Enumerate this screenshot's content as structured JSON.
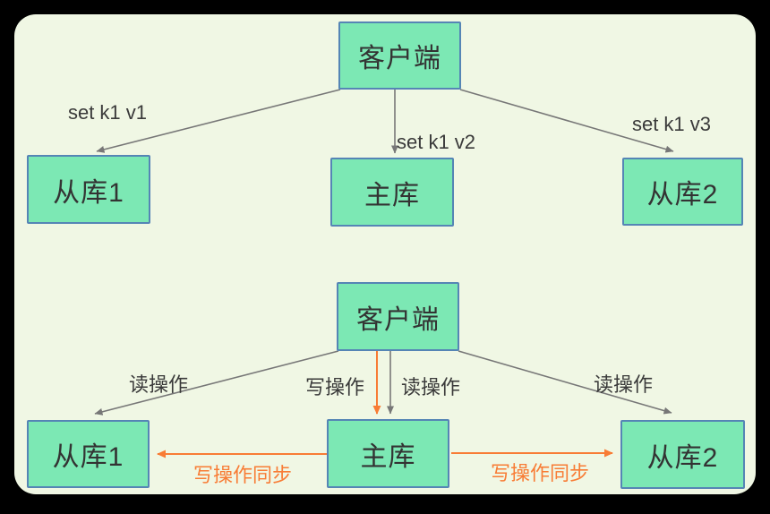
{
  "diagram_title": "redis-master-slave-replication",
  "colors": {
    "page_background": "#000000",
    "canvas_background": "#f0f7e4",
    "node_fill": "#7ce8b4",
    "node_border": "#5585b5",
    "arrow_gray": "#777777",
    "arrow_orange": "#f87c35",
    "text_dark": "#333333"
  },
  "top": {
    "client": "客户端",
    "slave1": "从库1",
    "master": "主库",
    "slave2": "从库2",
    "labels": {
      "set1": "set k1 v1",
      "set2": "set k1 v2",
      "set3": "set k1 v3"
    }
  },
  "bottom": {
    "client": "客户端",
    "slave1": "从库1",
    "master": "主库",
    "slave2": "从库2",
    "labels": {
      "read_left": "读操作",
      "write": "写操作",
      "read_mid": "读操作",
      "read_right": "读操作",
      "sync_left": "写操作同步",
      "sync_right": "写操作同步"
    }
  }
}
